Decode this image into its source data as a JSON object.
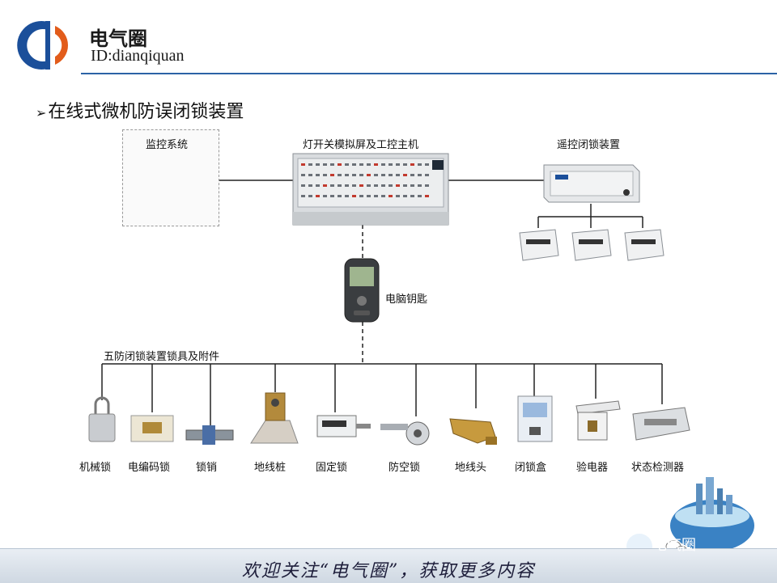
{
  "brand": {
    "title": "电气圈",
    "id": "ID:dianqiquan",
    "colors": {
      "blue": "#1b4f9a",
      "orange": "#e25c1b"
    }
  },
  "heading": {
    "arrow": "➢",
    "text": "在线式微机防误闭锁装置"
  },
  "nodes": {
    "monitor": "监控系统",
    "panel": "灯开关模拟屏及工控主机",
    "remote": "遥控闭锁装置",
    "key": "电脑钥匙",
    "group": "五防闭锁装置锁具及附件"
  },
  "devices": [
    "机械锁",
    "电编码锁",
    "锁销",
    "地线桩",
    "固定锁",
    "防空锁",
    "地线头",
    "闭锁盒",
    "验电器",
    "状态检测器"
  ],
  "footer": {
    "text": "欢迎关注“电气圈”，获取更多内容",
    "watermark": "电气圈"
  }
}
